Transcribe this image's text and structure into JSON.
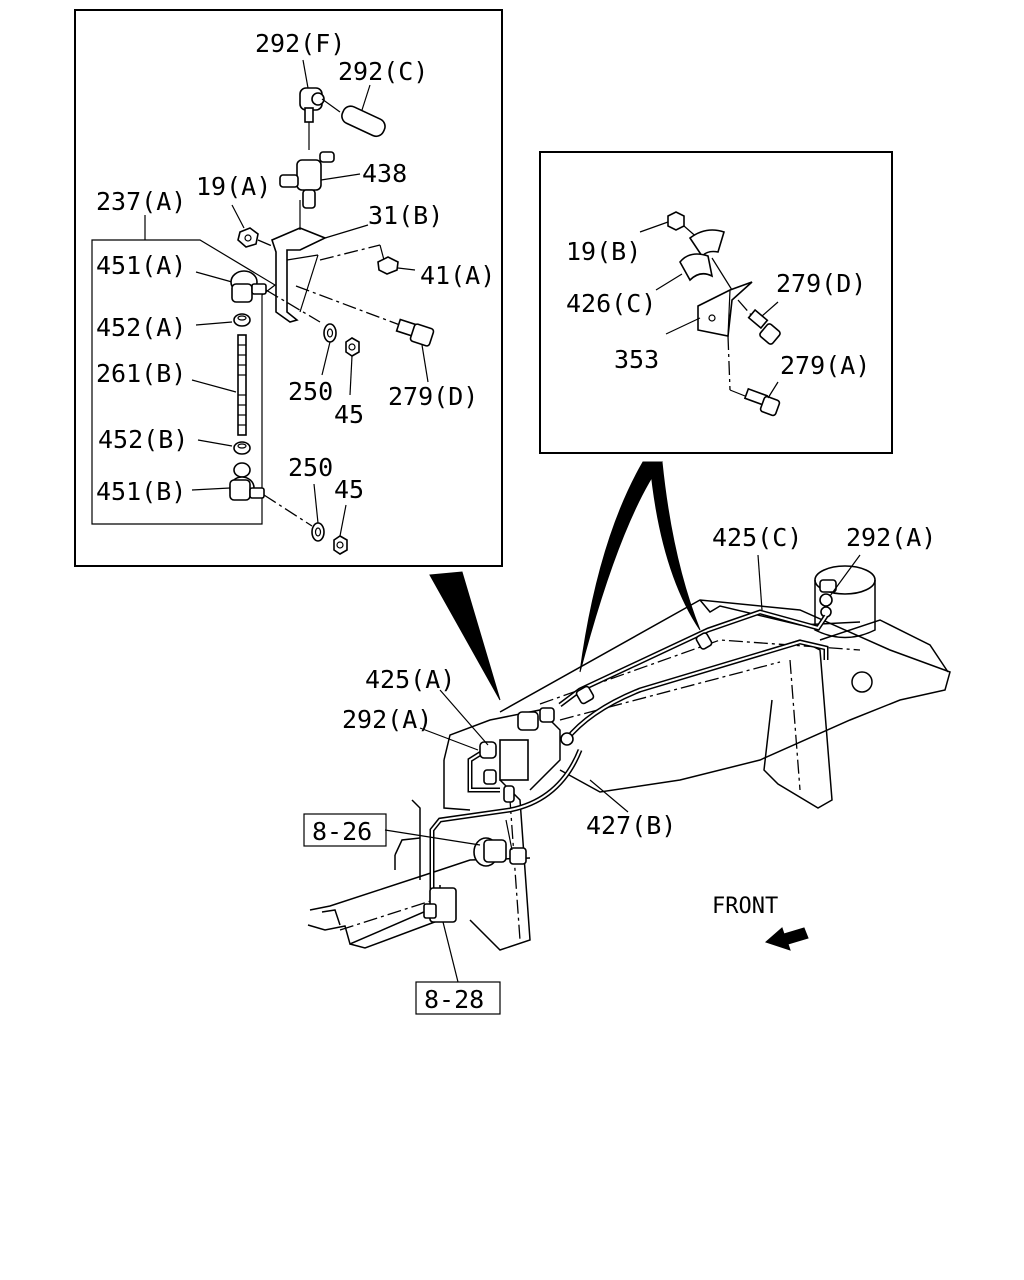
{
  "labels": {
    "p292F": "292(F)",
    "p292C": "292(C)",
    "p438": "438",
    "p237A": "237(A)",
    "p19A": "19(A)",
    "p31B": "31(B)",
    "p451A": "451(A)",
    "p41A": "41(A)",
    "p452A": "452(A)",
    "p261B": "261(B)",
    "p250a": "250",
    "p45a": "45",
    "p279Da": "279(D)",
    "p452B": "452(B)",
    "p250b": "250",
    "p45b": "45",
    "p451B": "451(B)",
    "p19B": "19(B)",
    "p426C": "426(C)",
    "p279Db": "279(D)",
    "p353": "353",
    "p279A": "279(A)",
    "p425C": "425(C)",
    "p292Aa": "292(A)",
    "p425A": "425(A)",
    "p292Ab": "292(A)",
    "ref826": "8-26",
    "p427B": "427(B)",
    "front": "FRONT",
    "ref828": "8-28"
  }
}
